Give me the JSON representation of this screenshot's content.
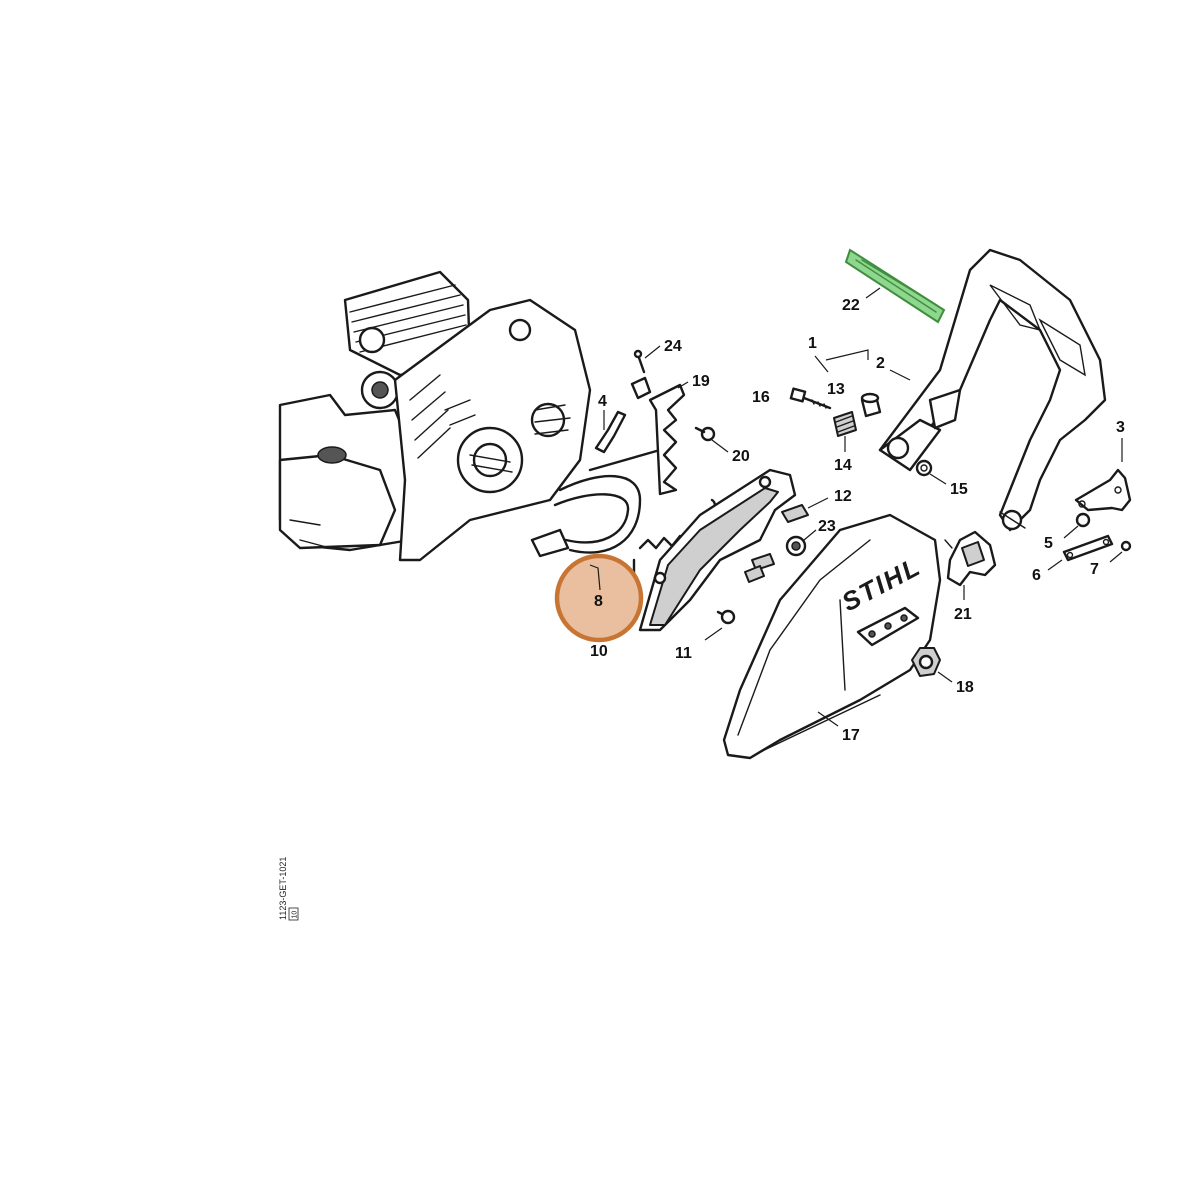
{
  "diagram": {
    "callouts": {
      "c1": "1",
      "c2": "2",
      "c3": "3",
      "c4": "4",
      "c5": "5",
      "c6": "6",
      "c7": "7",
      "c8": "8",
      "c10": "10",
      "c11": "11",
      "c12": "12",
      "c13": "13",
      "c14": "14",
      "c15": "15",
      "c16": "16",
      "c17": "17",
      "c18": "18",
      "c19": "19",
      "c20": "20",
      "c21": "21",
      "c22": "22",
      "c23": "23",
      "c24": "24"
    },
    "reference_code": "1123-GET-1021",
    "reference_box": "10",
    "logo": "STIHL",
    "highlight": {
      "selected_part": "8",
      "selected_color": "#c87533",
      "selected_fill": "#e9bfa0",
      "marked_part": "22",
      "marked_color": "#5cb85c"
    }
  }
}
